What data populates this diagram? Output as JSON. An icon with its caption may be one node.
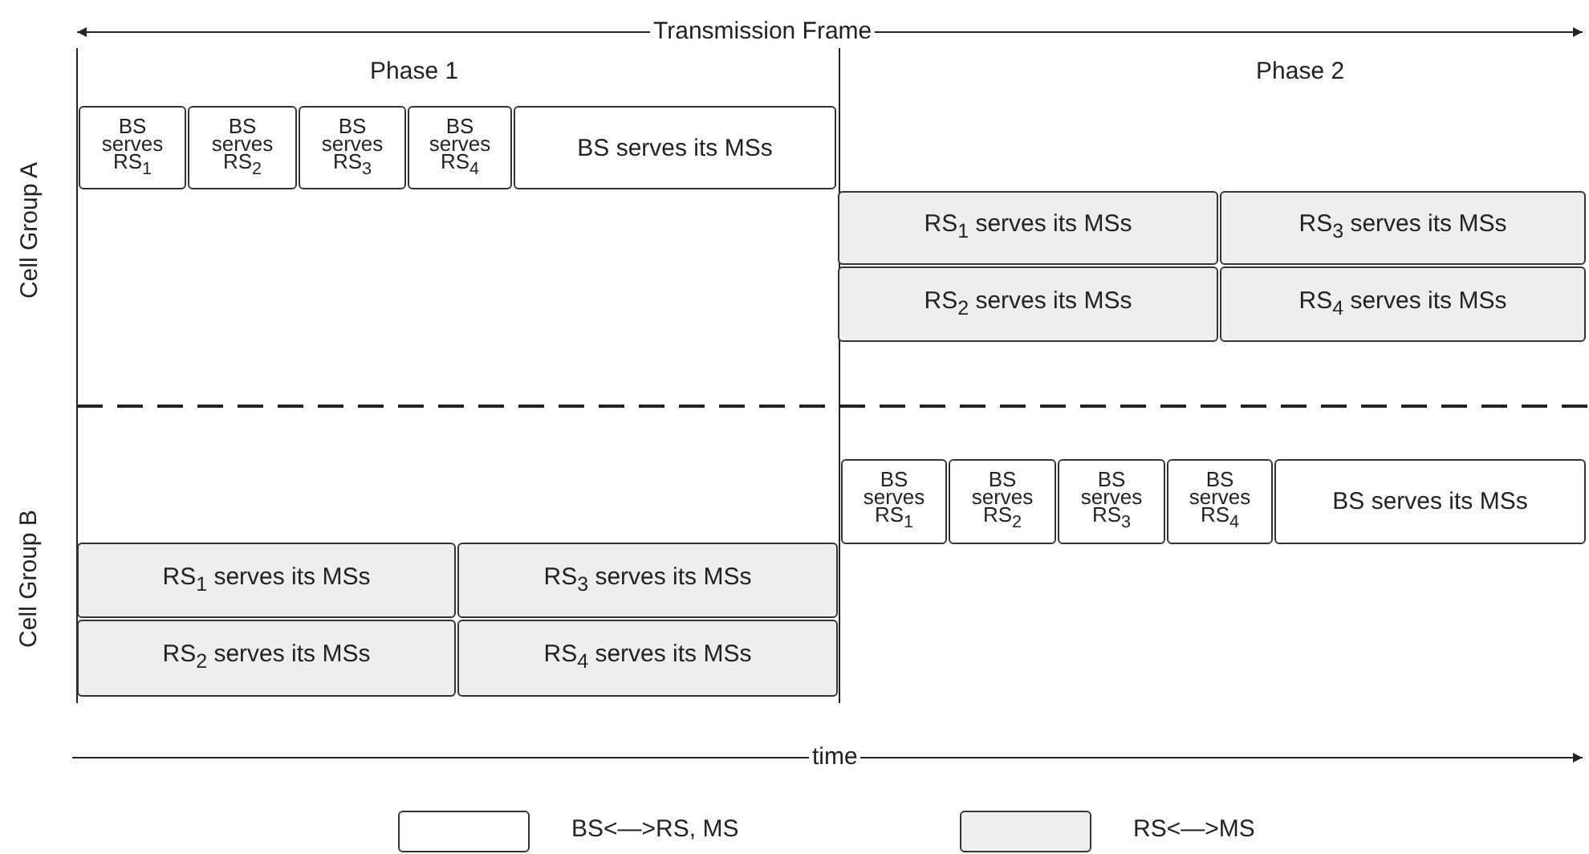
{
  "diagram": {
    "nodes": [
      {
        "text": [
          "BS serves RS$_{1}$"
        ]
      },
      {
        "text": [
          "BS serves RS$_{2}$"
        ]
      },
      {
        "text": [
          "BS serves RS$_{3}$"
        ]
      },
      {
        "text": [
          "BS serves RS$_{4}$"
        ]
      },
      {
        "text": [
          "BS serves its MSs"
        ]
      },
      {
        "text": [
          "RS$_{1}$ serves its MSs"
        ]
      },
      {
        "text": [
          "RS$_{3}$ serves its MSs"
        ]
      },
      {
        "text": [
          "RS$_{2}$ serves its MSs"
        ]
      },
      {
        "text": [
          "RS$_{4}$ serves its MSs"
        ]
      },
      {
        "text": [
          "BS serves RS$_{1}$"
        ]
      },
      {
        "text": [
          "BS serves RS$_{2}$"
        ]
      },
      {
        "text": [
          "BS serves RS$_{3}$"
        ]
      },
      {
        "text": [
          "BS serves RS$_{4}$"
        ]
      },
      {
        "text": [
          "BS serves its MSs"
        ]
      },
      {
        "text": [
          "RS$_{1}$ serves its MSs"
        ]
      },
      {
        "text": [
          "RS$_{3}$ serves its MSs"
        ]
      },
      {
        "text": [
          "RS$_{2}$ serves its MSs"
        ]
      },
      {
        "text": [
          "RS$_{4}$ serves its MSs"
        ]
      }
    ],
    "labels": [
      "Transmission Frame",
      "Phase 1",
      "Phase 2",
      "Cell Group A",
      "Cell Group B",
      "time"
    ],
    "legend": [
      {
        "text": "BS<—>RS, MS",
        "color": "#ffffff"
      },
      {
        "text": "RS<—>MS",
        "color": "#eeeeee"
      }
    ]
  }
}
